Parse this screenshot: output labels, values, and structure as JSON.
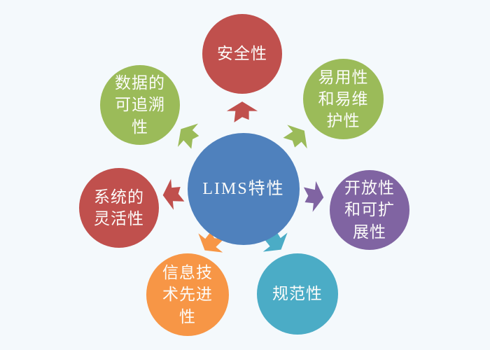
{
  "background_color": "#F4F9FC",
  "diagram": {
    "center": {
      "label": "LIMS特性",
      "color": "#4F81BD"
    },
    "nodes": [
      {
        "label": "安全性",
        "color": "#C0504D",
        "position": "top"
      },
      {
        "label": "易用性\n和易维\n护性",
        "color": "#9BBB59",
        "position": "top-right"
      },
      {
        "label": "开放性\n和可扩\n展性",
        "color": "#8064A2",
        "position": "right"
      },
      {
        "label": "规范性",
        "color": "#4BACC6",
        "position": "bottom-right"
      },
      {
        "label": "信息技\n术先进\n性",
        "color": "#F79646",
        "position": "bottom-left"
      },
      {
        "label": "系统的\n灵活性",
        "color": "#C0504D",
        "position": "left"
      },
      {
        "label": "数据的\n可追溯\n性",
        "color": "#9BBB59",
        "position": "top-left"
      }
    ]
  }
}
